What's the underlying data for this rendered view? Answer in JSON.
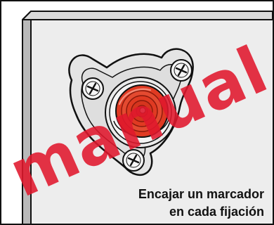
{
  "caption": {
    "line1": "Encajar un marcador",
    "line2": "en cada fijación"
  },
  "watermark": {
    "text": "manual"
  },
  "colors": {
    "wall": "#ededed",
    "wall_edge": "#b9b9b9",
    "outline": "#111111",
    "marker": "#e03a22",
    "marker_dark": "#b82716",
    "watermark": "#e1182d"
  },
  "icons": [
    "wall-panel",
    "mount-bracket",
    "screw-icon",
    "marker-disc-icon"
  ]
}
